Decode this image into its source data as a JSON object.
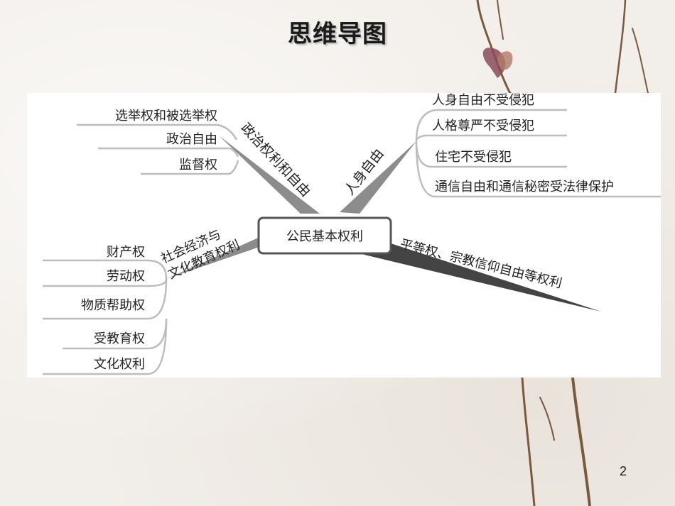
{
  "title": "思维导图",
  "page_number": "2",
  "center": "公民基本权利",
  "branches": {
    "political": {
      "label": "政治权利和自由",
      "items": [
        "选举权和被选举权",
        "政治自由",
        "监督权"
      ]
    },
    "personal": {
      "label": "人身自由",
      "items": [
        "人身自由不受侵犯",
        "人格尊严不受侵犯",
        "住宅不受侵犯",
        "通信自由和通信秘密受法律保护"
      ]
    },
    "social": {
      "label_line1": "社会经济与",
      "label_line2": "文化教育权利",
      "items": [
        "财产权",
        "劳动权",
        "物质帮助权",
        "受教育权",
        "文化权利"
      ]
    },
    "equality": {
      "label": "平等权、宗教信仰自由等权利"
    }
  }
}
